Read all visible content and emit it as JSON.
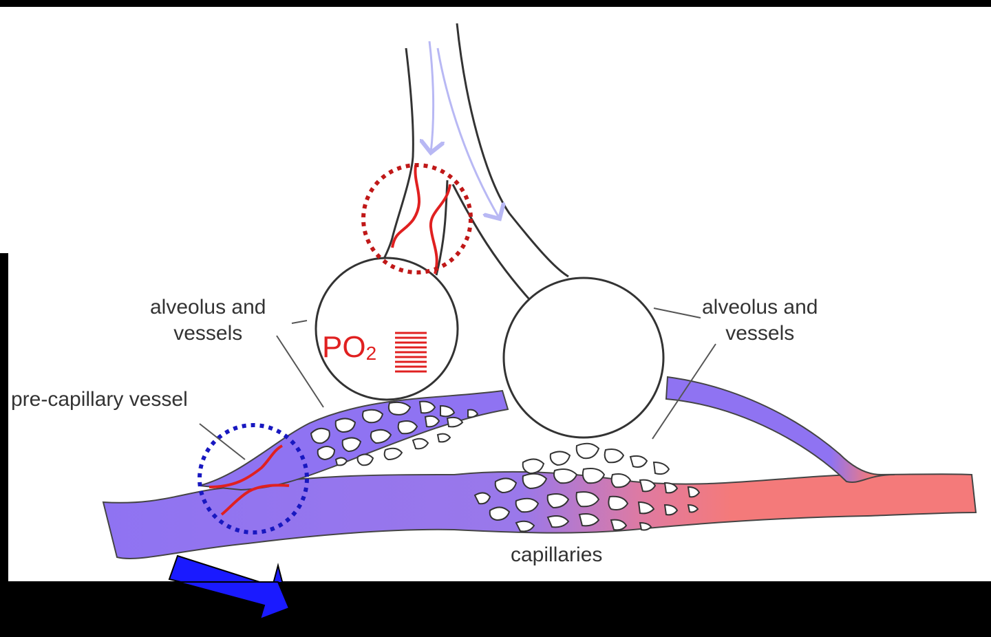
{
  "labels": {
    "alveolus_left_line1": "alveolus and",
    "alveolus_left_line2": "vessels",
    "alveolus_right_line1": "alveolus and",
    "alveolus_right_line2": "vessels",
    "pre_capillary": "pre-capillary vessel",
    "capillaries": "capillaries",
    "po2_main": "PO",
    "po2_sub": "2"
  },
  "colors": {
    "background": "#000000",
    "panel": "#ffffff",
    "vessel_blue": "#8f73f2",
    "vessel_red": "#f47a7a",
    "airway_outline": "#333333",
    "airflow_arrow": "#b8b8f4",
    "constriction_red": "#e02020",
    "red_circle": "#c01818",
    "blue_circle": "#1818c0",
    "big_arrow": "#1a1aff"
  }
}
